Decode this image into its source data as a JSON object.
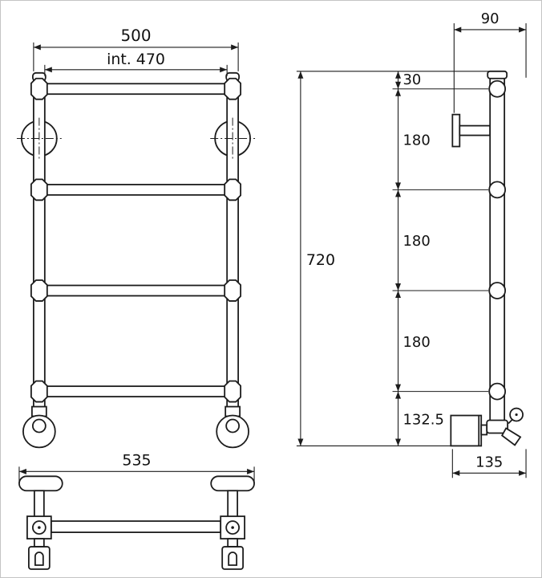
{
  "drawing": {
    "front": {
      "overall_width": "500",
      "inner_width": "int. 470",
      "mount_width": "535"
    },
    "side": {
      "depth": "90",
      "top_spacing": "30",
      "spacing_a": "180",
      "spacing_b": "180",
      "spacing_c": "180",
      "bottom_spacing": "132.5",
      "total_height": "720",
      "valve_projection": "135"
    },
    "colors": {
      "line": "#1c1c1c",
      "background": "#ffffff"
    }
  }
}
